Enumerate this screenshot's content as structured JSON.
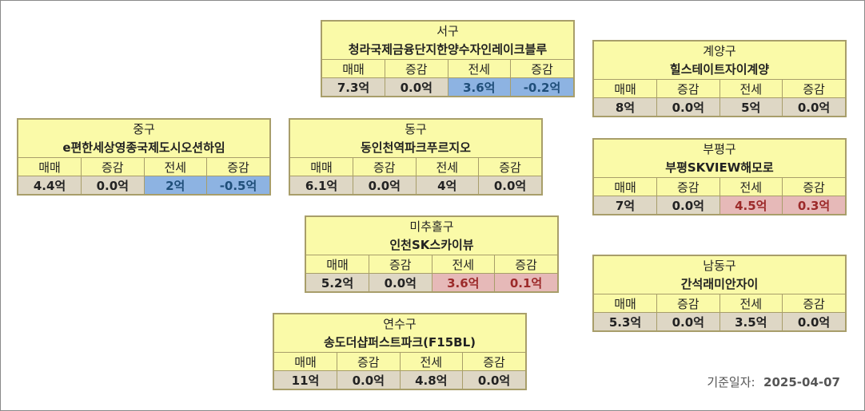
{
  "headers": {
    "sale": "매매",
    "change": "증감",
    "jeonse": "전세"
  },
  "base_date": {
    "label": "기준일자:",
    "value": "2025-04-07"
  },
  "cards": {
    "seogu": {
      "district": "서구",
      "complex": "청라국제금융단지한양수자인레이크블루",
      "sale": "7.3억",
      "sale_change": "0.0억",
      "jeonse": "3.6억",
      "jeonse_change": "-0.2억"
    },
    "gyeyang": {
      "district": "계양구",
      "complex": "힐스테이트자이계양",
      "sale": "8억",
      "sale_change": "0.0억",
      "jeonse": "5억",
      "jeonse_change": "0.0억"
    },
    "junggu": {
      "district": "중구",
      "complex": "e편한세상영종국제도시오션하임",
      "sale": "4.4억",
      "sale_change": "0.0억",
      "jeonse": "2억",
      "jeonse_change": "-0.5억"
    },
    "donggu": {
      "district": "동구",
      "complex": "동인천역파크푸르지오",
      "sale": "6.1억",
      "sale_change": "0.0억",
      "jeonse": "4억",
      "jeonse_change": "0.0억"
    },
    "bupyeong": {
      "district": "부평구",
      "complex": "부평SKVIEW해모로",
      "sale": "7억",
      "sale_change": "0.0억",
      "jeonse": "4.5억",
      "jeonse_change": "0.3억"
    },
    "michuhol": {
      "district": "미추홀구",
      "complex": "인천SK스카이뷰",
      "sale": "5.2억",
      "sale_change": "0.0억",
      "jeonse": "3.6억",
      "jeonse_change": "0.1억"
    },
    "namdong": {
      "district": "남동구",
      "complex": "간석래미안자이",
      "sale": "5.3억",
      "sale_change": "0.0억",
      "jeonse": "3.5억",
      "jeonse_change": "0.0억"
    },
    "yeonsu": {
      "district": "연수구",
      "complex": "송도더샵퍼스트파크(F15BL)",
      "sale": "11억",
      "sale_change": "0.0억",
      "jeonse": "4.8억",
      "jeonse_change": "0.0억"
    }
  },
  "colors": {
    "card_bg": "#fafaa8",
    "value_bg": "#ded7c5",
    "decrease_bg": "#8db3e2",
    "increase_bg": "#e6b9b8"
  }
}
